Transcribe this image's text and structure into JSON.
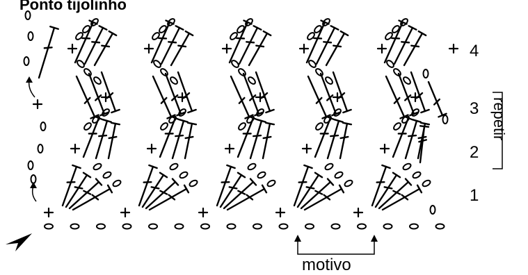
{
  "title": "Ponto tijolinho",
  "rows": [
    "1",
    "2",
    "3",
    "4"
  ],
  "repeat_label": "repetir",
  "motif_label": "motivo",
  "symbols": {
    "chain": "chain-stitch-oval",
    "single": "single-crochet-plus",
    "double": "double-crochet-t"
  },
  "colors": {
    "ink": "#000000",
    "background": "#ffffff"
  }
}
